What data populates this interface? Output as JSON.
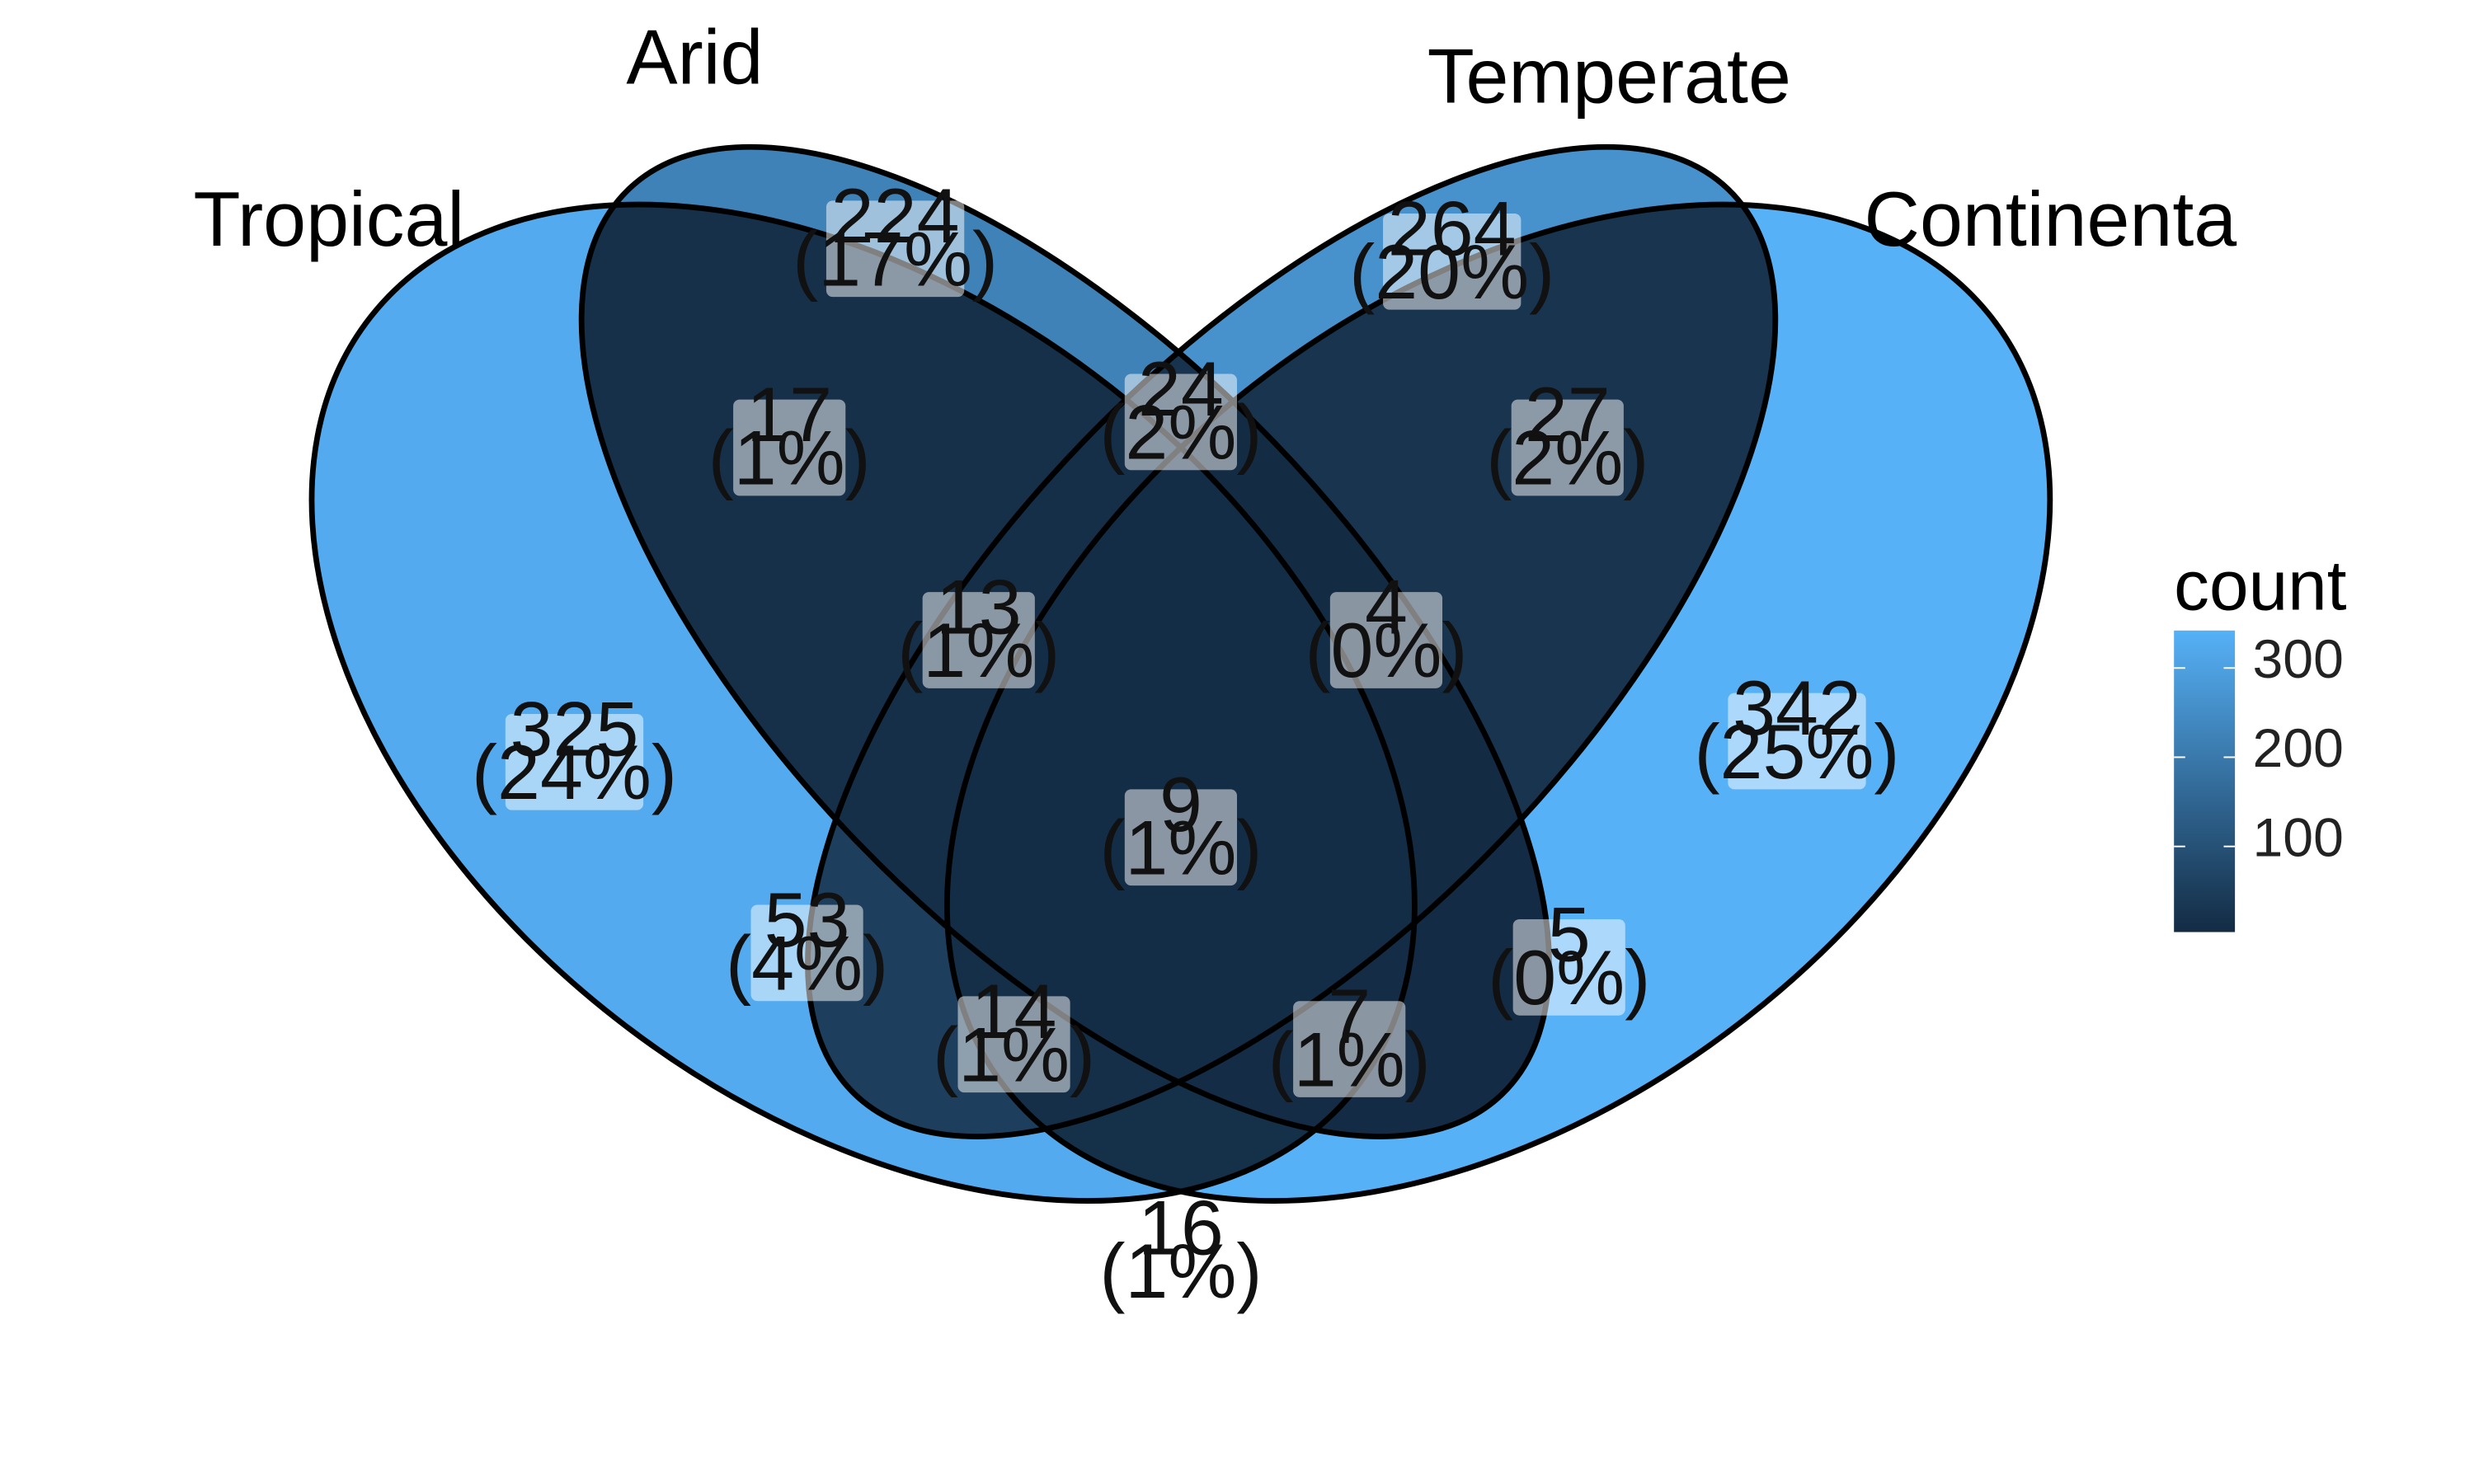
{
  "chart_data": {
    "type": "venn",
    "sets": [
      "Tropical",
      "Arid",
      "Temperate",
      "Continenta"
    ],
    "regions": [
      {
        "sets": [
          "Tropical"
        ],
        "count": 325,
        "percent": "(24%)"
      },
      {
        "sets": [
          "Arid"
        ],
        "count": 224,
        "percent": "(17%)"
      },
      {
        "sets": [
          "Temperate"
        ],
        "count": 264,
        "percent": "(20%)"
      },
      {
        "sets": [
          "Continenta"
        ],
        "count": 342,
        "percent": "(25%)"
      },
      {
        "sets": [
          "Tropical",
          "Arid"
        ],
        "count": 17,
        "percent": "(1%)"
      },
      {
        "sets": [
          "Arid",
          "Temperate"
        ],
        "count": 24,
        "percent": "(2%)"
      },
      {
        "sets": [
          "Temperate",
          "Continenta"
        ],
        "count": 27,
        "percent": "(2%)"
      },
      {
        "sets": [
          "Tropical",
          "Arid",
          "Temperate"
        ],
        "count": 13,
        "percent": "(1%)"
      },
      {
        "sets": [
          "Arid",
          "Temperate",
          "Continenta"
        ],
        "count": 4,
        "percent": "(0%)"
      },
      {
        "sets": [
          "Tropical",
          "Arid",
          "Temperate",
          "Continenta"
        ],
        "count": 9,
        "percent": "(1%)"
      },
      {
        "sets": [
          "Tropical",
          "Temperate"
        ],
        "count": 53,
        "percent": "(4%)"
      },
      {
        "sets": [
          "Arid",
          "Continenta"
        ],
        "count": 5,
        "percent": "(0%)"
      },
      {
        "sets": [
          "Tropical",
          "Temperate",
          "Continenta"
        ],
        "count": 14,
        "percent": "(1%)"
      },
      {
        "sets": [
          "Tropical",
          "Arid",
          "Continenta"
        ],
        "count": 7,
        "percent": "(1%)"
      },
      {
        "sets": [
          "Tropical",
          "Continenta"
        ],
        "count": 16,
        "percent": "(1%)"
      }
    ],
    "legend": {
      "title": "count",
      "ticks": [
        100,
        200,
        300
      ],
      "range": [
        4,
        342
      ],
      "color_low": "#132B43",
      "color_high": "#56B1F7"
    }
  }
}
